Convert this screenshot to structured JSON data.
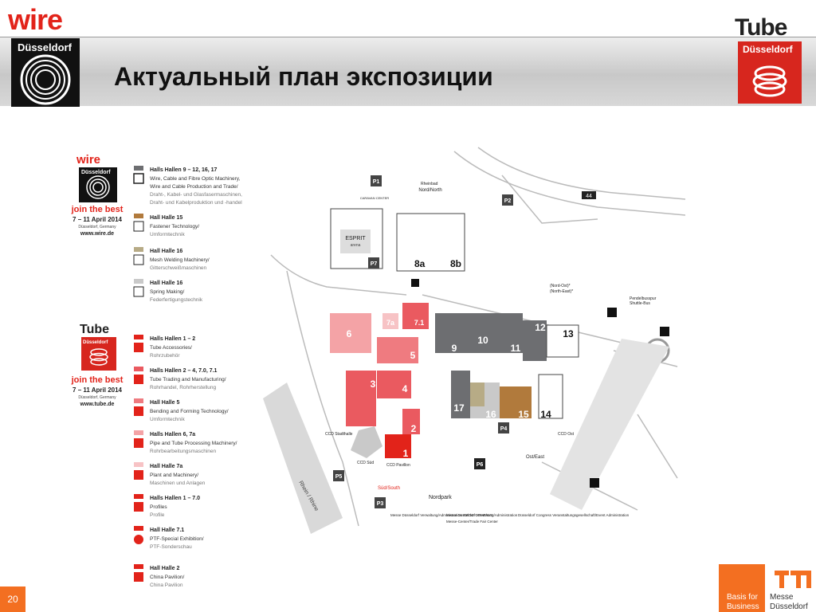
{
  "header": {
    "title": "Актуальный план экспозиции",
    "wire_logo_word": "wire",
    "wire_logo_city": "Düsseldorf",
    "tube_logo_word": "Tube",
    "tube_logo_city": "Düsseldorf"
  },
  "footer": {
    "page_number": "20",
    "basis_line1": "Basis for",
    "basis_line2": "Business",
    "messe_line1": "Messe",
    "messe_line2": "Düsseldorf"
  },
  "legend": {
    "wire": {
      "logo_word": "wire",
      "logo_city": "Düsseldorf",
      "tagline": "join the best",
      "dates": "7 – 11 April 2014",
      "location": "Düsseldorf, Germany",
      "url": "www.wire.de"
    },
    "tube": {
      "logo_word": "Tube",
      "logo_city": "Düsseldorf",
      "tagline": "join the best",
      "dates": "7 – 11 April 2014",
      "location": "Düsseldorf, Germany",
      "url": "www.tube.de"
    },
    "wire_items": [
      {
        "halls": "Halls Hallen 9 – 12, 16, 17",
        "l1": "Wire, Cable and Fibre Optic Machinery,",
        "l2": "Wire and Cable Production and Trade/",
        "l3": "Draht-, Kabel- und Glasfasermaschinen,",
        "l4": "Draht- und Kabelproduktion und -handel",
        "color": "#6d6e71"
      },
      {
        "halls": "Hall Halle 15",
        "l1": "Fastener Technology/",
        "l2": "Umformtechnik",
        "l3": "",
        "l4": "",
        "color": "#b17a3c"
      },
      {
        "halls": "Hall Halle 16",
        "l1": "Mesh Welding Machinery/",
        "l2": "Gitterschweißmaschinen",
        "l3": "",
        "l4": "",
        "color": "#b7ab86"
      },
      {
        "halls": "Hall Halle 16",
        "l1": "Spring Making/",
        "l2": "Federfertigungstechnik",
        "l3": "",
        "l4": "",
        "color": "#c9c9c9"
      }
    ],
    "tube_items": [
      {
        "halls": "Halls Hallen 1 – 2",
        "l1": "Tube Accessories/",
        "l2": "Rohrzubehör",
        "color": "#e2231a"
      },
      {
        "halls": "Halls Hallen 2 – 4, 7.0, 7.1",
        "l1": "Tube Trading and Manufacturing/",
        "l2": "Rohrhandel, Rohrherstellung",
        "color": "#ea5a60"
      },
      {
        "halls": "Hall Halle 5",
        "l1": "Bending and Forming Technology/",
        "l2": "Umformtechnik",
        "color": "#ef7b80"
      },
      {
        "halls": "Halls Hallen 6, 7a",
        "l1": "Pipe and Tube Processing Machinery/",
        "l2": "Rohrbearbeitungsmaschinen",
        "color": "#f4a3a6"
      },
      {
        "halls": "Hall Halle 7a",
        "l1": "Plant and Machinery/",
        "l2": "Maschinen und Anlagen",
        "color": "#f7c3c5"
      },
      {
        "halls": "Halls Hallen 1 – 7.0",
        "l1": "Profiles",
        "l2": "Profile",
        "color": "#e2231a"
      },
      {
        "halls": "Hall Halle 7.1",
        "l1": "PTF-Special Exhibition/",
        "l2": "PTF-Sonderschau",
        "color": "#e2231a"
      },
      {
        "halls": "Hall Halle 2",
        "l1": "China Pavilion/",
        "l2": "China Pavilion",
        "color": "#e2231a"
      }
    ]
  },
  "map": {
    "halls": {
      "h1": "1",
      "h2": "2",
      "h3": "3",
      "h4": "4",
      "h5": "5",
      "h6": "6",
      "h7a": "7a",
      "h71": "7.1",
      "h8a": "8a",
      "h8b": "8b",
      "h9": "9",
      "h10": "10",
      "h11": "11",
      "h12": "12",
      "h13": "13",
      "h14": "14",
      "h15": "15",
      "h16": "16",
      "h17": "17"
    },
    "labels": {
      "nord": "Nord/North",
      "sued": "Süd/South",
      "ost": "Ost/East",
      "nordpark": "Nordpark",
      "ccd_sued": "CCD Süd",
      "ccd_pavilion": "CCD Pavillon",
      "ccd_stadthalle": "CCD Stadthalle",
      "ccd_ost": "CCD Ost",
      "rhein": "Rhein / Rhine",
      "esprit": "ESPRIT",
      "esprit_sub": "arena",
      "rheinbad": "Rheinbad",
      "caravan": "CARAVAN CENTER",
      "nord_ost": "(Nord-Ost)*",
      "nord_east": "(North-East)*",
      "pendelbus": "Pendelbusspur",
      "shuttle": "Shuttle-Bus",
      "motorway": "44"
    },
    "footnotes": {
      "a": "Messe Düsseldorf Verwaltung/Administration IGEDO COMPANY",
      "b": "Messe Düsseldorf Verwaltung/Administration",
      "c": "Messe-Center/Trade Fair Center",
      "d": "Düsseldorf Congress Veranstaltungsgesellschaft/Event Administration"
    },
    "parking": {
      "p1": "P1",
      "p2": "P2",
      "p3": "P3",
      "p4": "P4",
      "p5": "P5",
      "p6": "P6",
      "p7": "P7"
    }
  }
}
